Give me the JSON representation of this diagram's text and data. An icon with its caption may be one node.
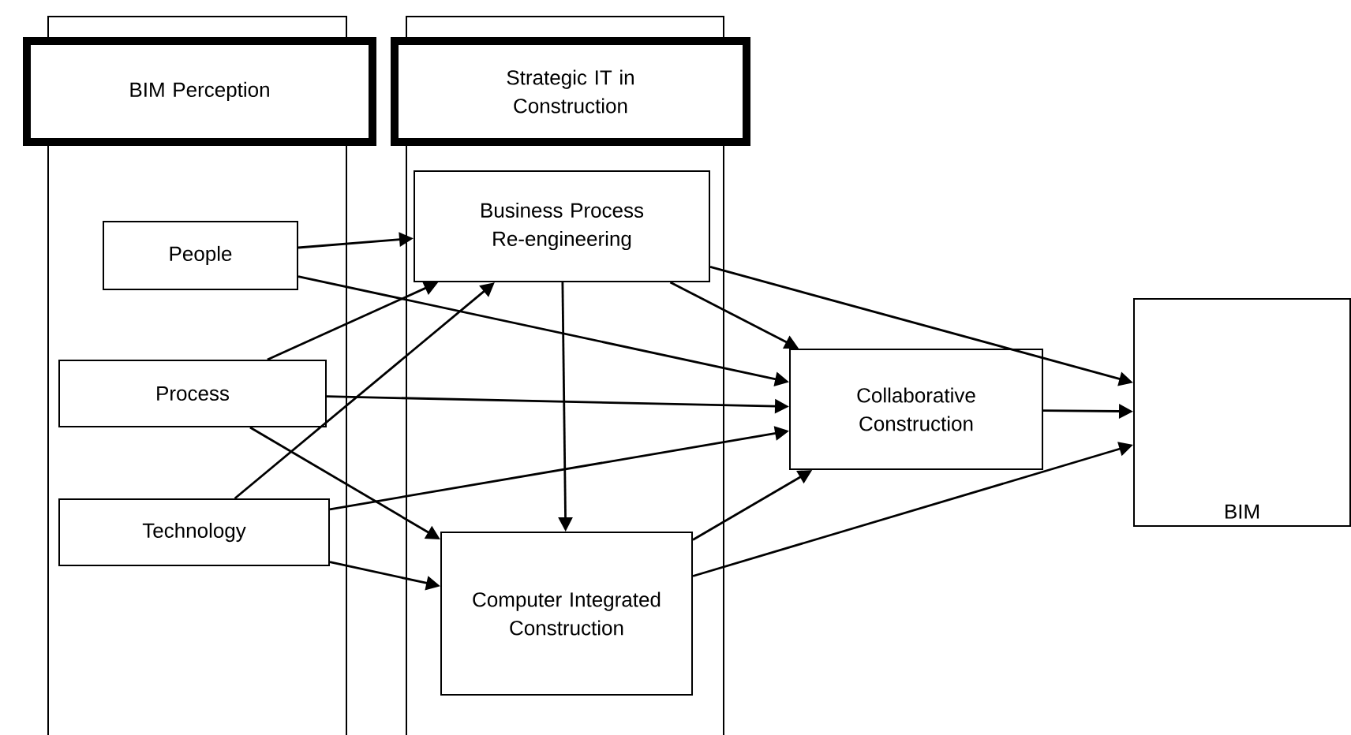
{
  "diagram": {
    "nodes": [
      {
        "text": [],
        "shape": "box"
      },
      {
        "text": [
          "BIM Perception"
        ]
      },
      {
        "text": [],
        "shape": "box"
      },
      {
        "text": [
          "Strategic IT in Construction"
        ]
      },
      {
        "text": [
          "People"
        ],
        "in": 0
      },
      {
        "text": [
          "Process"
        ],
        "in": 0
      },
      {
        "text": [
          "Technology"
        ],
        "in": 0
      },
      {
        "text": [
          "Business Process Re-engineering"
        ],
        "in": 2
      },
      {
        "text": [
          "Computer Integrated Construction"
        ],
        "in": 2
      },
      {
        "text": [
          "Collaborative Construction"
        ]
      },
      {
        "text": [
          "BIM"
        ]
      }
    ],
    "edges": [
      {
        "from": 4,
        "to": 7,
        "arrow": "to"
      },
      {
        "from": 4,
        "to": 9,
        "arrow": "to"
      },
      {
        "from": 5,
        "to": 7,
        "arrow": "to"
      },
      {
        "from": 5,
        "to": 9,
        "arrow": "to"
      },
      {
        "from": 5,
        "to": 8,
        "arrow": "to"
      },
      {
        "from": 6,
        "to": 7,
        "arrow": "to"
      },
      {
        "from": 6,
        "to": 9,
        "arrow": "to"
      },
      {
        "from": 6,
        "to": 8,
        "arrow": "to"
      },
      {
        "from": 7,
        "to": 8,
        "arrow": "to"
      },
      {
        "from": 7,
        "to": 9,
        "arrow": "to"
      },
      {
        "from": 7,
        "to": 10,
        "arrow": "to"
      },
      {
        "from": 8,
        "to": 9,
        "arrow": "to"
      },
      {
        "from": 8,
        "to": 10,
        "arrow": "to"
      },
      {
        "from": 9,
        "to": 10,
        "arrow": "to"
      }
    ]
  }
}
